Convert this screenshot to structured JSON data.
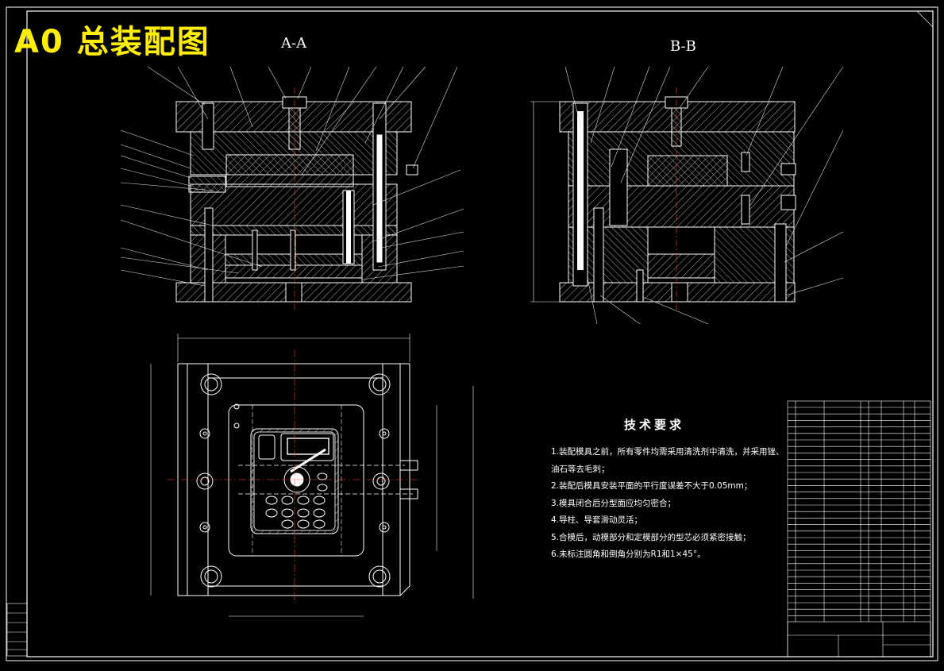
{
  "sheet_title": "A0 总装配图",
  "section_labels": {
    "aa": "A-A",
    "bb": "B-B"
  },
  "tech_requirements": {
    "title": "技术要求",
    "items": [
      "1.装配模具之前，所有零件均需采用清洗剂中清洗，并采用锉、",
      "油石等去毛刺；",
      "2.装配后模具安装平面的平行度误差不大于0.05mm；",
      "3.模具闭合后分型面应均匀密合；",
      "4.导柱、导套滑动灵活；",
      "5.合模后，动模部分和定模部分的型芯必须紧密接触；",
      "6.未标注圆角和倒角分别为R1和1×45°。"
    ]
  },
  "colors": {
    "title": "#ffee00",
    "lines": "#ffffff",
    "hatch": "#b8b8b8",
    "leader": "#e0e0e0",
    "background": "#000000"
  }
}
